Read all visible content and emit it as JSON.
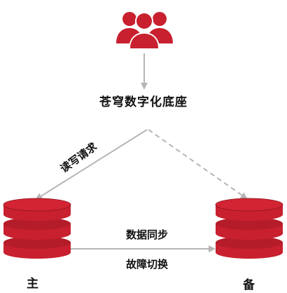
{
  "diagram": {
    "platform_label": "苍穹数字化底座",
    "read_write_label": "读写请求",
    "data_sync_label": "数据同步",
    "failover_label": "故障切换",
    "primary_label": "主",
    "standby_label": "备",
    "users_icon": "users-group-icon",
    "database_icon": "database-stack-icon"
  },
  "colors": {
    "accent": "#c8202f",
    "accent_dark": "#8f1520",
    "connector": "#b5b5b5",
    "text": "#111111"
  }
}
